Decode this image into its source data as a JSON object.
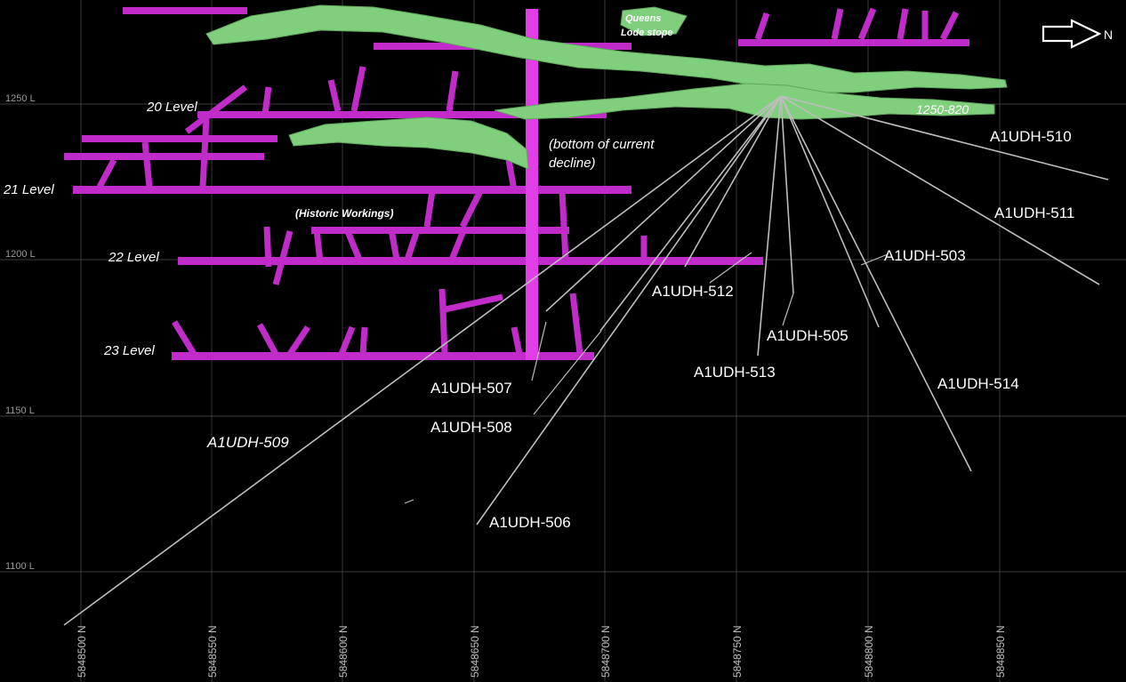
{
  "colors": {
    "background": "#000000",
    "workings": "#c02bc9",
    "workings_bright": "#e23ee8",
    "stope": "#7fcf7c",
    "drillhole": "#bdbdbd",
    "grid": "#6b6b6b",
    "text": "#ffffff"
  },
  "north_arrow": {
    "icon": "arrow-right-icon",
    "label": "N"
  },
  "rl_labels": [
    "1250 L",
    "1200 L",
    "1150 L",
    "1100 L"
  ],
  "northing_labels": [
    "5848500 N",
    "5848550 N",
    "5848600 N",
    "5848650 N",
    "5848700 N",
    "5848750 N",
    "5848800 N",
    "5848850 N"
  ],
  "level_labels": [
    "20 Level",
    "21 Level",
    "22 Level",
    "23 Level"
  ],
  "annotations": {
    "queens_line1": "Queens",
    "queens_line2": "Lode stope",
    "decline_line1": "(bottom of current",
    "decline_line2": "decline)",
    "historic": "(Historic Workings)",
    "stope_id": "1250-820"
  },
  "drillholes": [
    "A1UDH-510",
    "A1UDH-511",
    "A1UDH-503",
    "A1UDH-512",
    "A1UDH-505",
    "A1UDH-513",
    "A1UDH-514",
    "A1UDH-507",
    "A1UDH-508",
    "A1UDH-509",
    "A1UDH-506"
  ]
}
